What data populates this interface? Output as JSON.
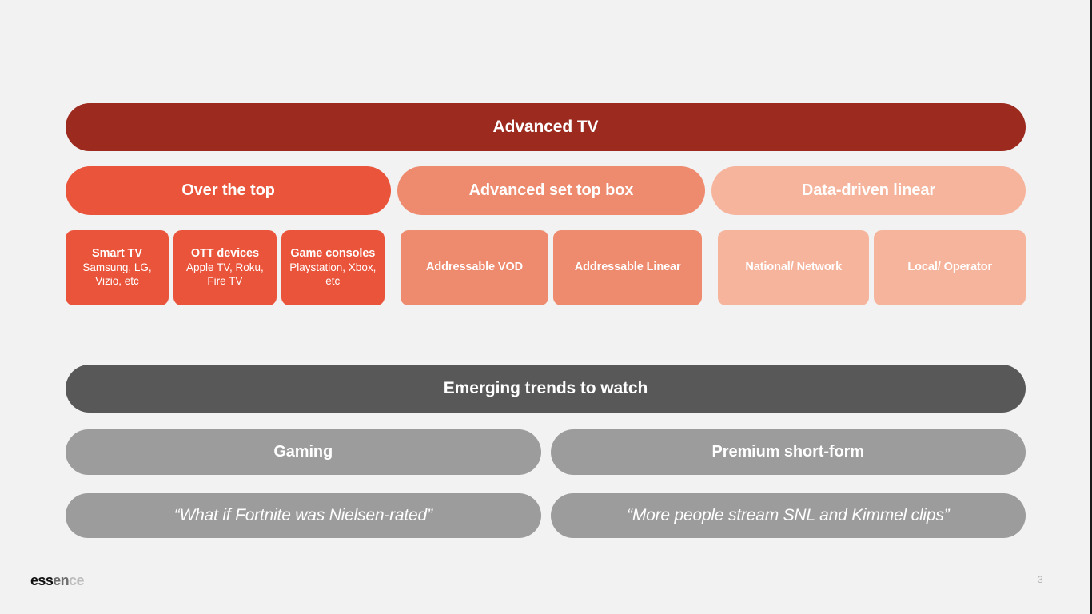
{
  "slide": {
    "background_color": "#F2F2F2",
    "page_number": "3"
  },
  "logo": {
    "part1": "ess",
    "part2": "en",
    "part3": "ce"
  },
  "advanced_tv": {
    "header": "Advanced TV",
    "header_color": "#9C2A1E",
    "categories": [
      {
        "label": "Over the top",
        "color": "#E9543A",
        "items": [
          {
            "title": "Smart TV",
            "subtitle": "Samsung, LG, Vizio, etc"
          },
          {
            "title": "OTT devices",
            "subtitle": "Apple TV, Roku, Fire TV"
          },
          {
            "title": "Game consoles",
            "subtitle": "Playstation, Xbox, etc"
          }
        ]
      },
      {
        "label": "Advanced set top box",
        "color": "#EE8A6E",
        "items": [
          {
            "title": "Addressable VOD",
            "subtitle": ""
          },
          {
            "title": "Addressable Linear",
            "subtitle": ""
          }
        ]
      },
      {
        "label": "Data-driven linear",
        "color": "#F6B49C",
        "items": [
          {
            "title": "National/ Network",
            "subtitle": ""
          },
          {
            "title": "Local/ Operator",
            "subtitle": ""
          }
        ]
      }
    ]
  },
  "emerging_trends": {
    "header": "Emerging trends to watch",
    "header_color": "#585858",
    "pill_color": "#9C9C9C",
    "trends": [
      {
        "label": "Gaming",
        "quote": "“What if Fortnite was Nielsen-rated”"
      },
      {
        "label": "Premium short-form",
        "quote": "“More people stream SNL and Kimmel clips”"
      }
    ]
  }
}
